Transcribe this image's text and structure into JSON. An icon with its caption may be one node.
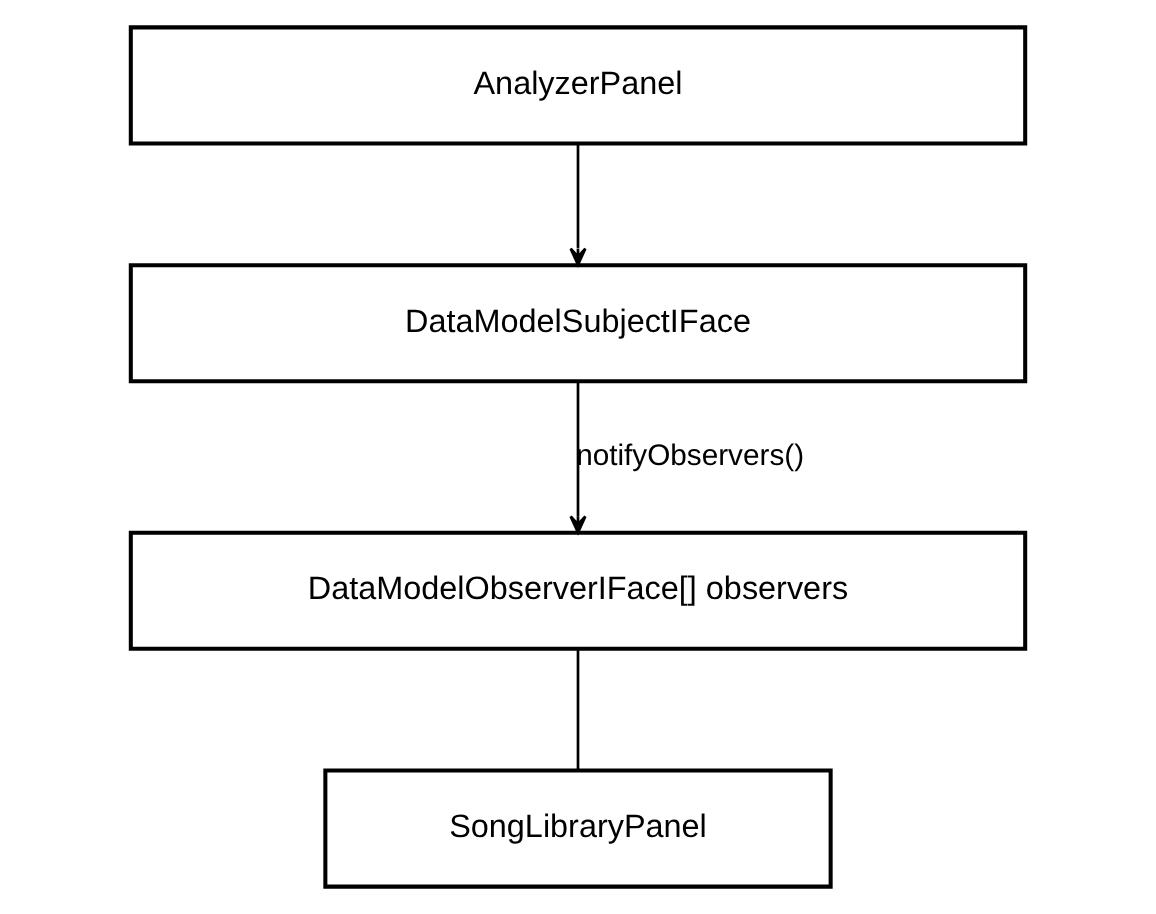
{
  "diagram": {
    "nodes": [
      {
        "text": [
          "AnalyzerPanel"
        ]
      },
      {
        "text": [
          "DataModelSubjectIFace"
        ]
      },
      {
        "text": [
          "DataModelObserverIFace[] observers"
        ]
      },
      {
        "text": [
          "SongLibraryPanel"
        ]
      }
    ],
    "edges": [
      {
        "from": 0,
        "to": 1,
        "arrow": "to"
      },
      {
        "from": 1,
        "to": 2,
        "arrow": "to",
        "label": "notifyObservers()"
      },
      {
        "from": 2,
        "to": 3,
        "arrow": "none"
      }
    ]
  }
}
